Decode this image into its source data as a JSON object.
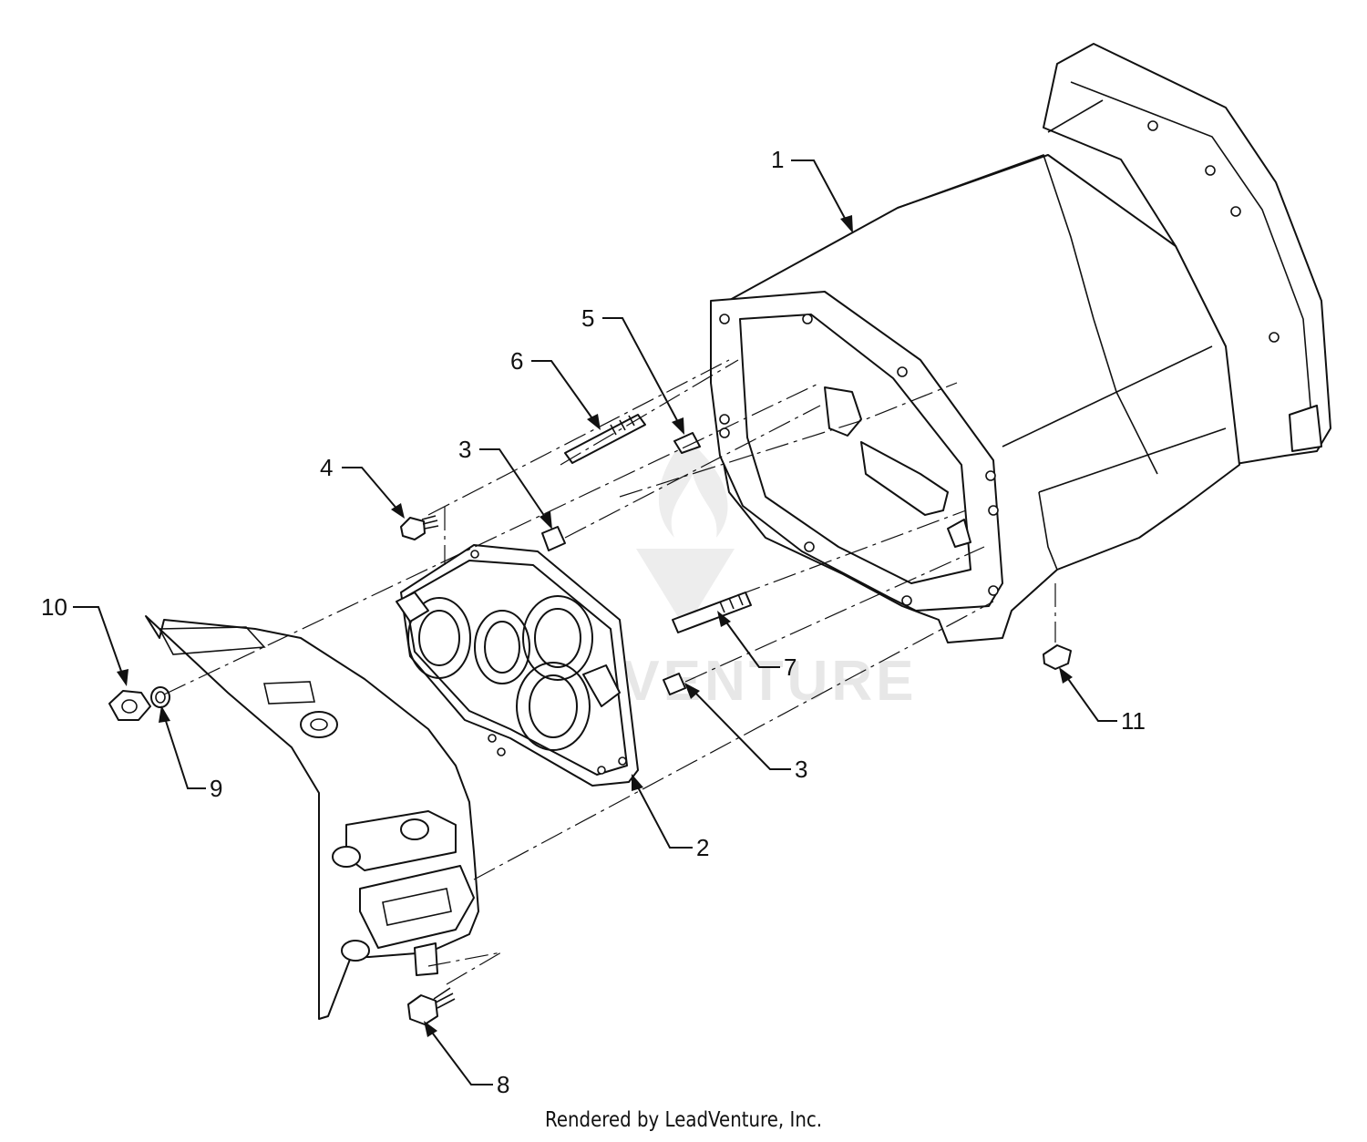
{
  "callouts": [
    {
      "id": "c1",
      "label": "1"
    },
    {
      "id": "c2",
      "label": "2"
    },
    {
      "id": "c3a",
      "label": "3"
    },
    {
      "id": "c3b",
      "label": "3"
    },
    {
      "id": "c4",
      "label": "4"
    },
    {
      "id": "c5",
      "label": "5"
    },
    {
      "id": "c6",
      "label": "6"
    },
    {
      "id": "c7",
      "label": "7"
    },
    {
      "id": "c8",
      "label": "8"
    },
    {
      "id": "c9",
      "label": "9"
    },
    {
      "id": "c10",
      "label": "10"
    },
    {
      "id": "c11",
      "label": "11"
    }
  ],
  "watermark": {
    "text": "LEADVENTURE"
  },
  "footer": {
    "text": "Rendered by LeadVenture, Inc."
  }
}
